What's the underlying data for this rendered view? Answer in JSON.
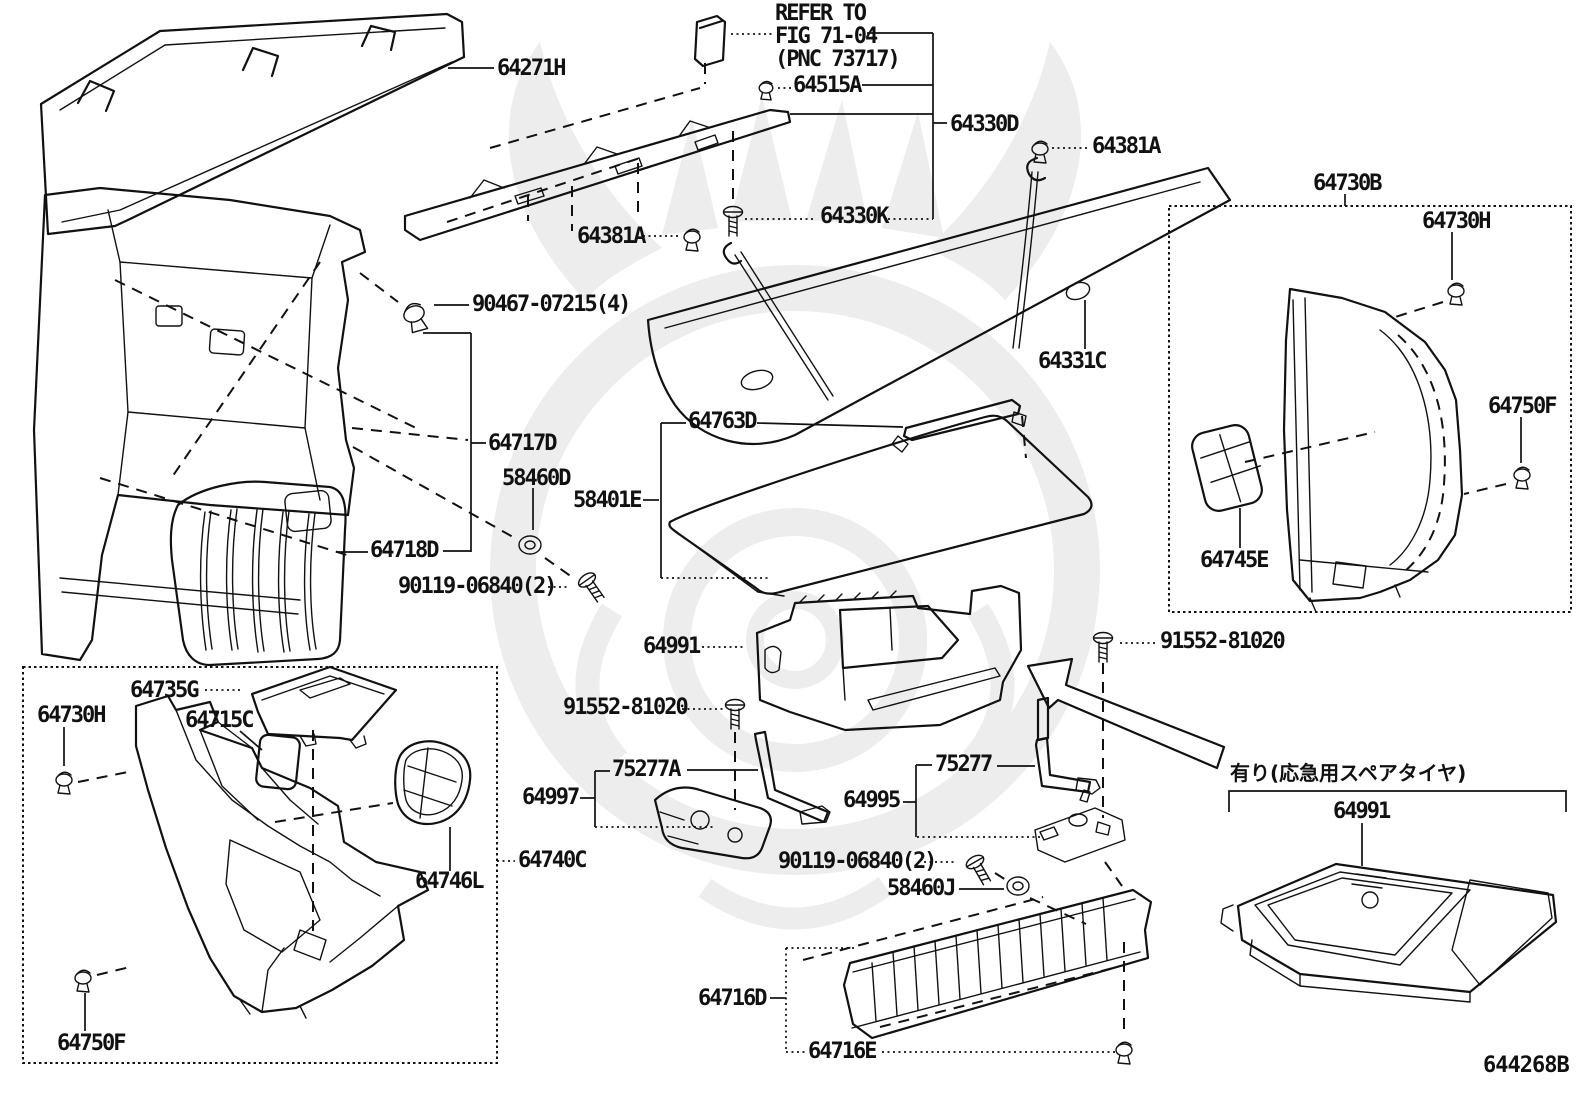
{
  "diagram": {
    "figure_code": "644268B",
    "colors": {
      "line": "#111111",
      "watermark": "#ededed",
      "background": "#ffffff"
    },
    "part_labels": [
      {
        "id": "64271H",
        "text": "64271H"
      },
      {
        "id": "refer-note",
        "text": "REFER TO\nFIG 71-04\n(PNC 73717)"
      },
      {
        "id": "64515A",
        "text": "64515A"
      },
      {
        "id": "64330D",
        "text": "64330D"
      },
      {
        "id": "64381A-right",
        "text": "64381A"
      },
      {
        "id": "64730B",
        "text": "64730B"
      },
      {
        "id": "64730H-right",
        "text": "64730H"
      },
      {
        "id": "64330K",
        "text": "64330K"
      },
      {
        "id": "64381A-left",
        "text": "64381A"
      },
      {
        "id": "90467-07215",
        "text": "90467-07215(4)"
      },
      {
        "id": "64331C",
        "text": "64331C"
      },
      {
        "id": "64750F-right",
        "text": "64750F"
      },
      {
        "id": "64763D",
        "text": "64763D"
      },
      {
        "id": "64717D",
        "text": "64717D"
      },
      {
        "id": "58460D",
        "text": "58460D"
      },
      {
        "id": "58401E",
        "text": "58401E"
      },
      {
        "id": "64745E",
        "text": "64745E"
      },
      {
        "id": "64718D",
        "text": "64718D"
      },
      {
        "id": "90119-06840-upper",
        "text": "90119-06840(2)"
      },
      {
        "id": "64991-center",
        "text": "64991"
      },
      {
        "id": "91552-81020-right",
        "text": "91552-81020"
      },
      {
        "id": "64735G",
        "text": "64735G"
      },
      {
        "id": "64730H-left",
        "text": "64730H"
      },
      {
        "id": "64715C",
        "text": "64715C"
      },
      {
        "id": "91552-81020-left",
        "text": "91552-81020"
      },
      {
        "id": "75277A",
        "text": "75277A"
      },
      {
        "id": "75277",
        "text": "75277"
      },
      {
        "id": "64997",
        "text": "64997"
      },
      {
        "id": "64995",
        "text": "64995"
      },
      {
        "id": "spare-tire-note",
        "text": "有り(応急用スペアタイヤ)"
      },
      {
        "id": "64991-bottom-right",
        "text": "64991"
      },
      {
        "id": "64740C",
        "text": "64740C"
      },
      {
        "id": "64746L",
        "text": "64746L"
      },
      {
        "id": "90119-06840-lower",
        "text": "90119-06840(2)"
      },
      {
        "id": "58460J",
        "text": "58460J"
      },
      {
        "id": "64716D",
        "text": "64716D"
      },
      {
        "id": "64716E",
        "text": "64716E"
      },
      {
        "id": "64750F-bottom-left",
        "text": "64750F"
      },
      {
        "id": "figure-code",
        "text": "644268B"
      }
    ]
  }
}
